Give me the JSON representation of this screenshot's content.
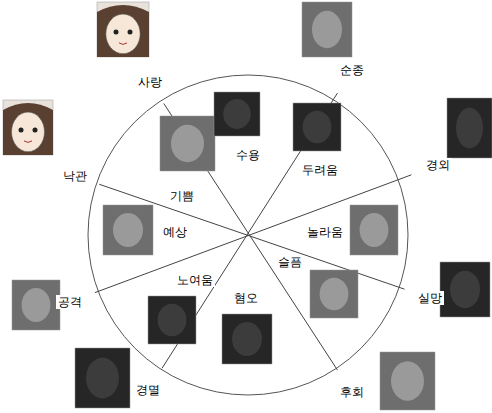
{
  "diagram": {
    "labels": [
      "사랑",
      "순종",
      "낙관",
      "수용",
      "기쁨",
      "두려움",
      "경외",
      "예상",
      "놀라움",
      "노여움",
      "슬픔",
      "공격",
      "실망",
      "혐오",
      "경멸",
      "후회"
    ]
  }
}
